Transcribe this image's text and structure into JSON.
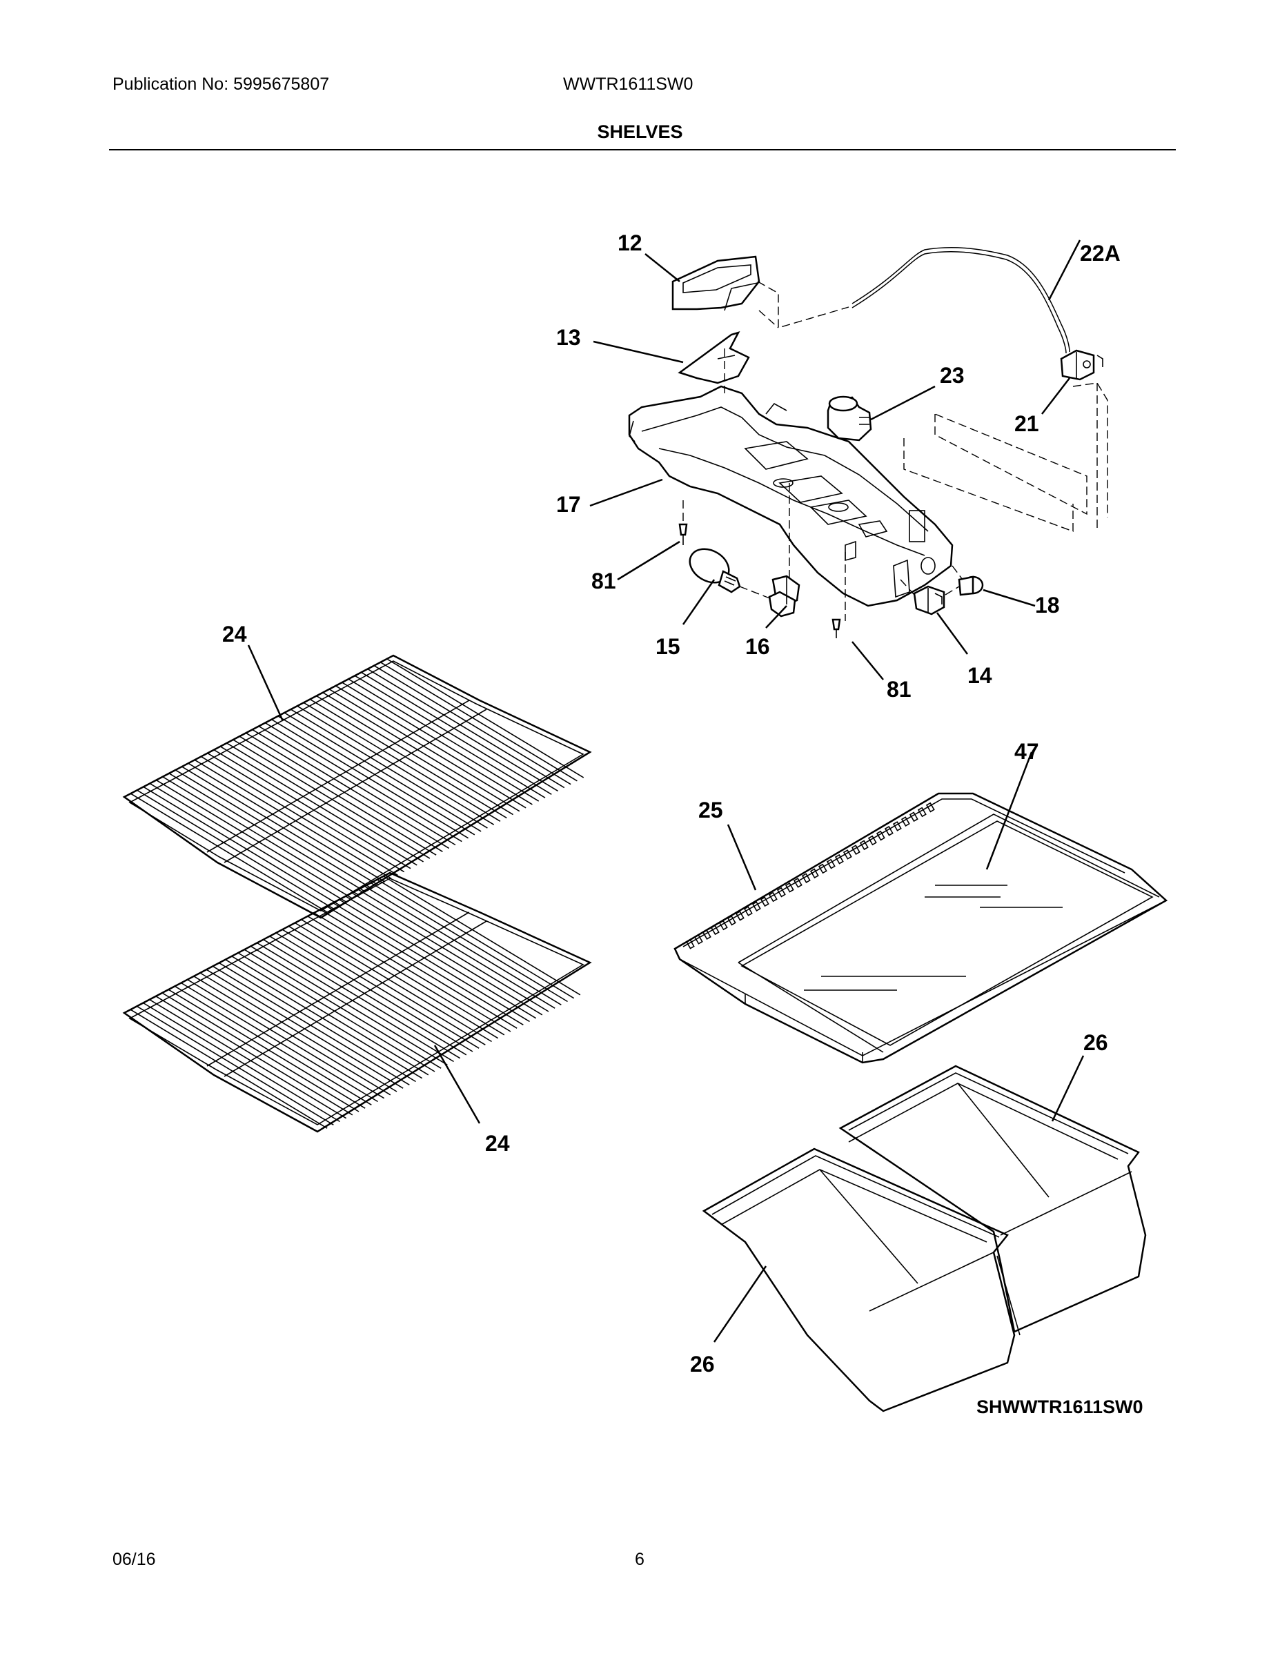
{
  "header": {
    "publication": "Publication No: 5995675807",
    "model": "WWTR1611SW0",
    "section_title": "SHELVES"
  },
  "callouts": {
    "c12": "12",
    "c13": "13",
    "c22a": "22A",
    "c23": "23",
    "c21": "21",
    "c17": "17",
    "c81a": "81",
    "c81b": "81",
    "c18": "18",
    "c15": "15",
    "c16": "16",
    "c14": "14",
    "c24a": "24",
    "c24b": "24",
    "c47": "47",
    "c25": "25",
    "c26a": "26",
    "c26b": "26"
  },
  "diagram_code": "SHWWTR1611SW0",
  "footer": {
    "date": "06/16",
    "page": "6"
  }
}
